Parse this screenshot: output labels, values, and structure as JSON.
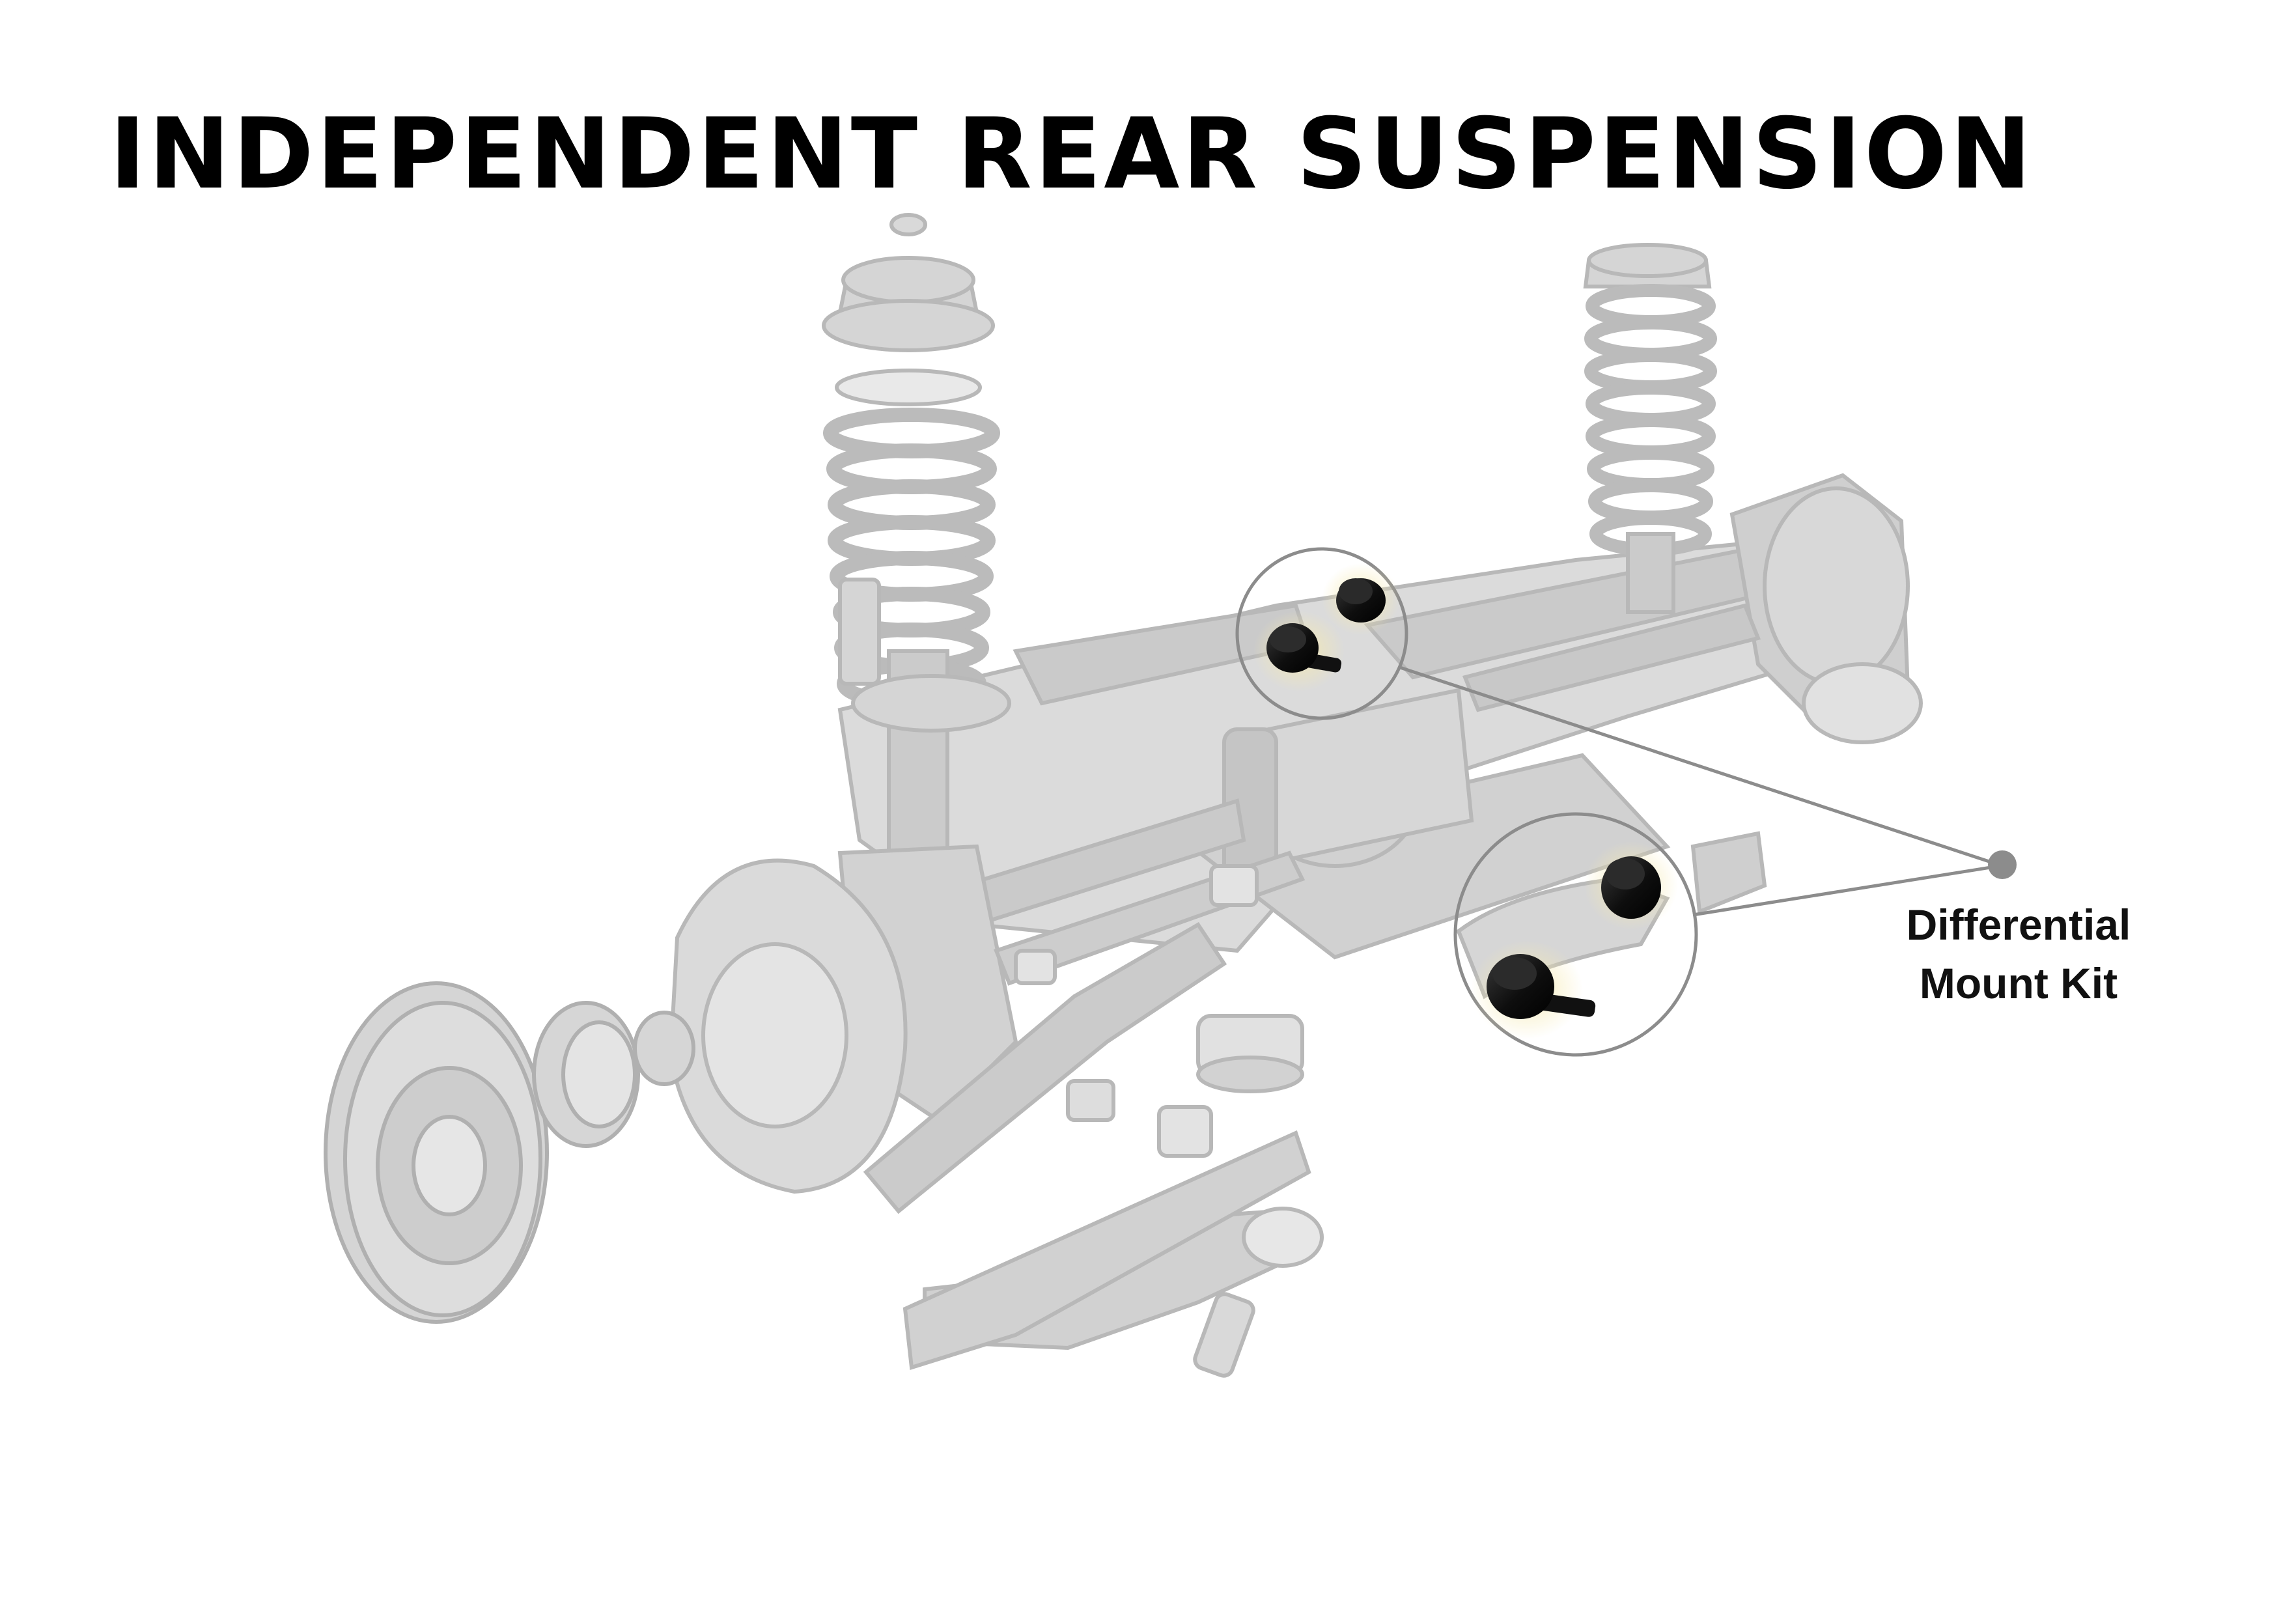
{
  "title": "INDEPENDENT REAR SUSPENSION",
  "callout": {
    "line1": "Differential",
    "line2": "Mount Kit"
  },
  "colors": {
    "background": "#ffffff",
    "part_gray": "#d2d2d2",
    "part_edge": "#b4b4b4",
    "bushing_black": "#111111",
    "bushing_glow": "#f3e7a6",
    "callout_line": "#8c8c8c"
  }
}
